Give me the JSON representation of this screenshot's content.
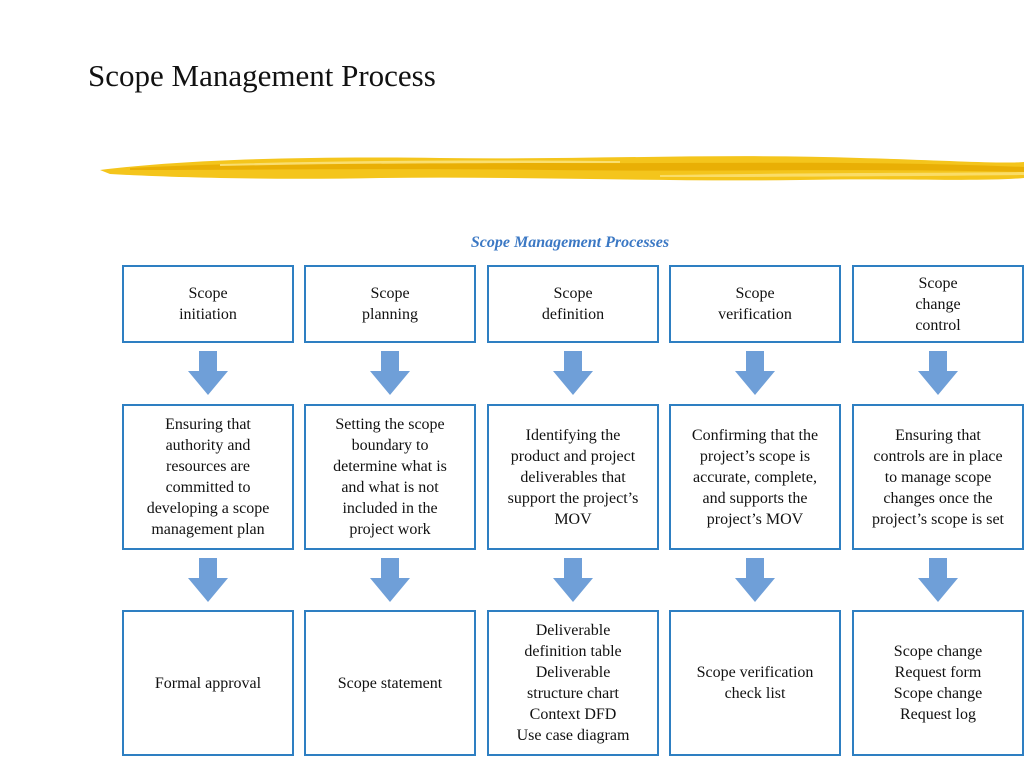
{
  "slide": {
    "title": "Scope Management Process"
  },
  "diagram": {
    "title": "Scope Management Processes",
    "columns": [
      {
        "process": "Scope\ninitiation",
        "description": "Ensuring that\nauthority and\nresources are\ncommitted to\ndeveloping a scope\nmanagement plan",
        "output": "Formal approval"
      },
      {
        "process": "Scope\nplanning",
        "description": "Setting the scope\nboundary to\ndetermine what is\nand what is not\nincluded in the\nproject work",
        "output": "Scope statement"
      },
      {
        "process": "Scope\ndefinition",
        "description": "Identifying the\nproduct and project\ndeliverables that\nsupport the project’s\nMOV",
        "output": "Deliverable\ndefinition table\nDeliverable\nstructure chart\nContext DFD\nUse case diagram"
      },
      {
        "process": "Scope\nverification",
        "description": "Confirming that the\nproject’s scope is\naccurate, complete,\nand supports the\nproject’s MOV",
        "output": "Scope verification\ncheck list"
      },
      {
        "process": "Scope\nchange\ncontrol",
        "description": "Ensuring that\ncontrols are in place\nto manage scope\nchanges once the\nproject’s scope is set",
        "output": "Scope change\nRequest form\nScope change\nRequest log"
      }
    ]
  },
  "colors": {
    "box_border": "#2e7fc2",
    "arrow": "#6f9fd8",
    "title_blue": "#3b78c4",
    "brush": "#f2c300"
  }
}
